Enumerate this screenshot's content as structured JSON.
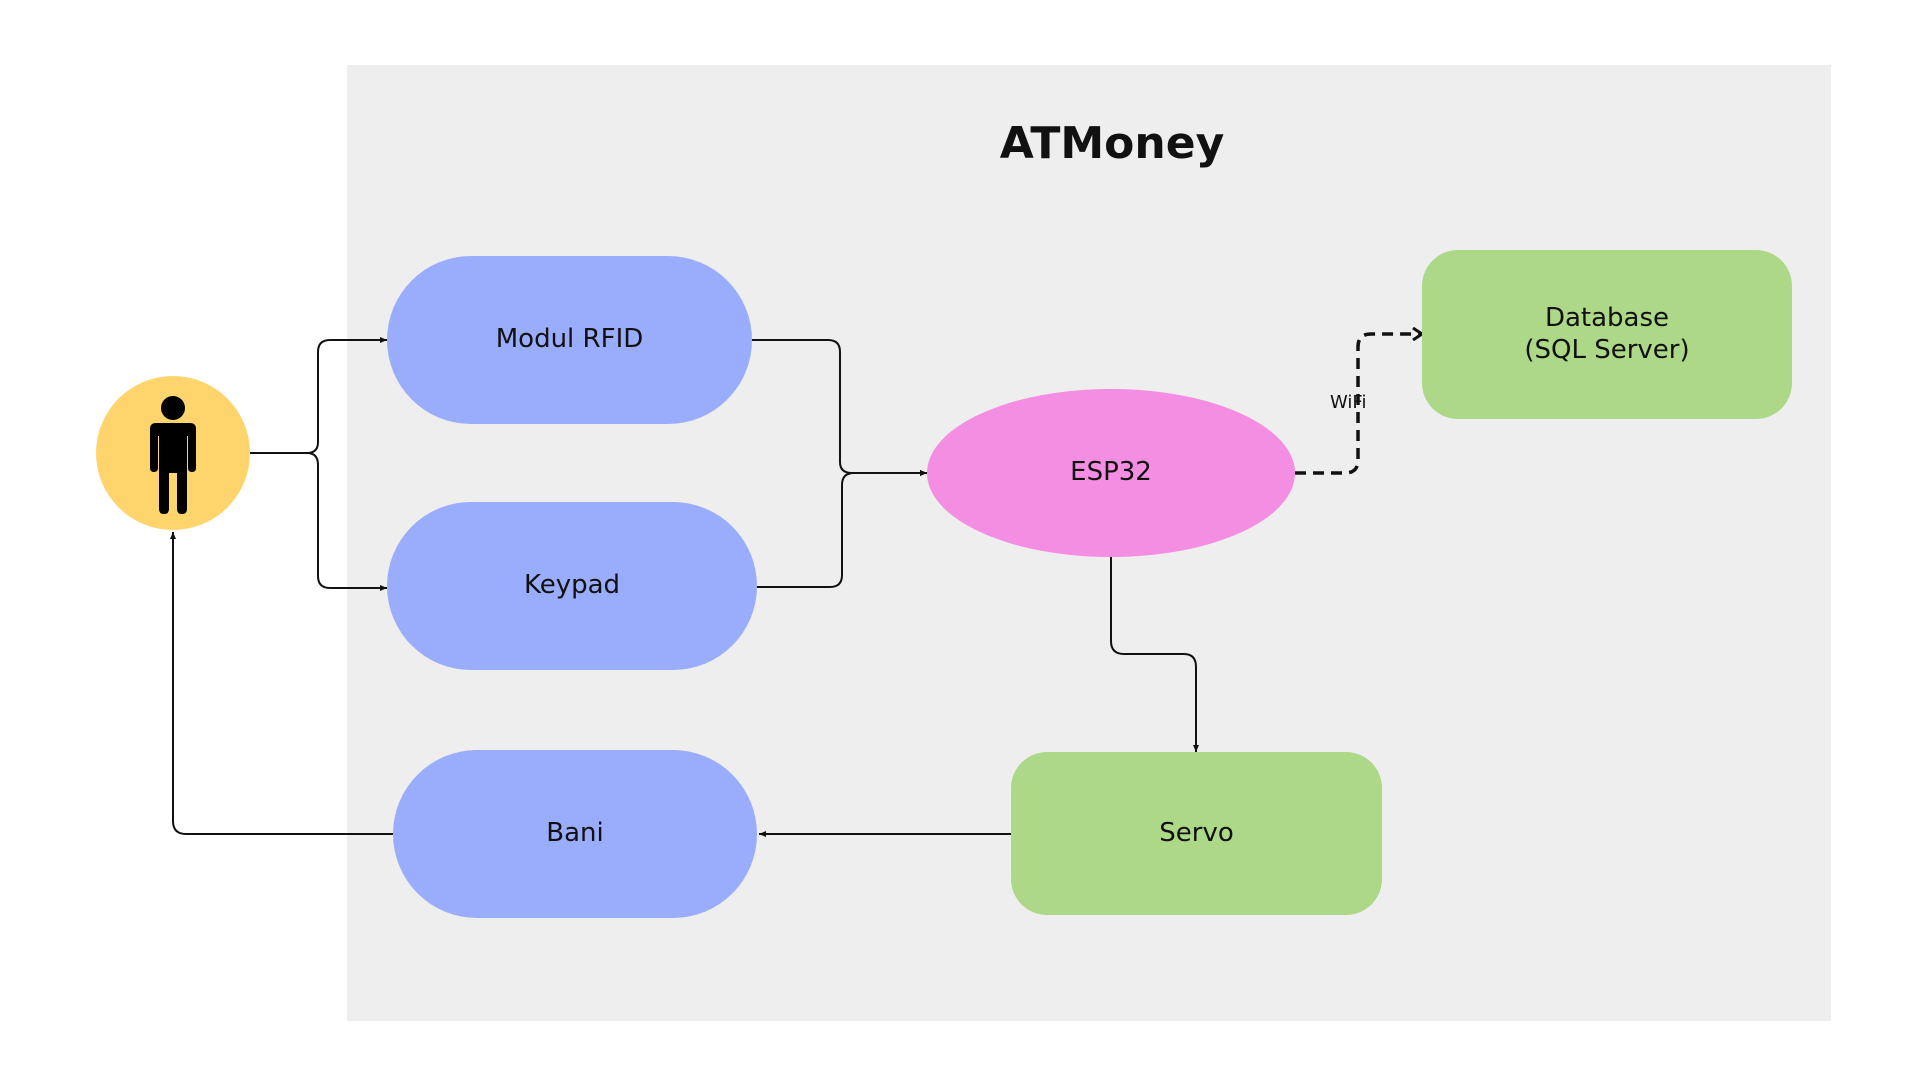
{
  "diagram": {
    "title": "ATMoney",
    "nodes": {
      "rfid": "Modul RFID",
      "keypad": "Keypad",
      "bani": "Bani",
      "esp32": "ESP32",
      "database": "Database\n(SQL Server)",
      "servo": "Servo"
    },
    "edge_labels": {
      "wifi": "WiFi"
    },
    "colors": {
      "panel": "#eeeeee",
      "input_nodes": "#9aadfc",
      "controller": "#f38ee2",
      "output_nodes": "#acd888",
      "user": "#fed46d"
    },
    "user_icon": "person-icon"
  }
}
